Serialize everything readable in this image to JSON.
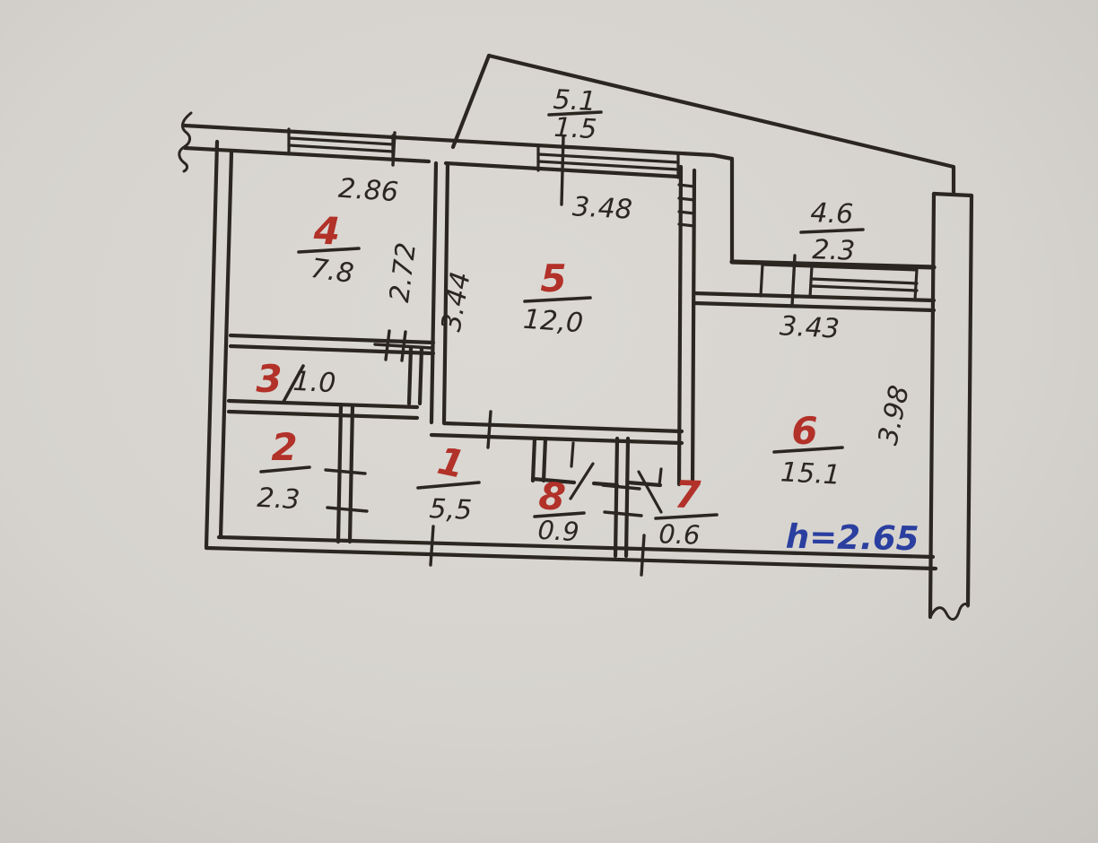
{
  "colors": {
    "paper": "#d9d6d1",
    "ink": "#2b2620",
    "room_number_red": "#b23129",
    "note_blue": "#2a3f9f"
  },
  "rooms": [
    {
      "number": "1",
      "area": "5,5"
    },
    {
      "number": "2",
      "area": "2.3"
    },
    {
      "number": "3",
      "area": "1.0"
    },
    {
      "number": "4",
      "area": "7.8"
    },
    {
      "number": "5",
      "area": "12,0"
    },
    {
      "number": "6",
      "area": "15.1"
    },
    {
      "number": "7",
      "area": "0.6"
    },
    {
      "number": "8",
      "area": "0.9"
    }
  ],
  "balcony_top": {
    "dimension": "5.1",
    "area": "1.5"
  },
  "balcony_right": {
    "dimension": "4.6",
    "area": "2.3"
  },
  "dimensions": {
    "room4_width": "2.86",
    "room4_depth": "2.72",
    "room5_width": "3.48",
    "room5_depth": "3.44",
    "room6_window": "3.43",
    "room6_depth": "3.98"
  },
  "ceiling_height": "h=2.65"
}
